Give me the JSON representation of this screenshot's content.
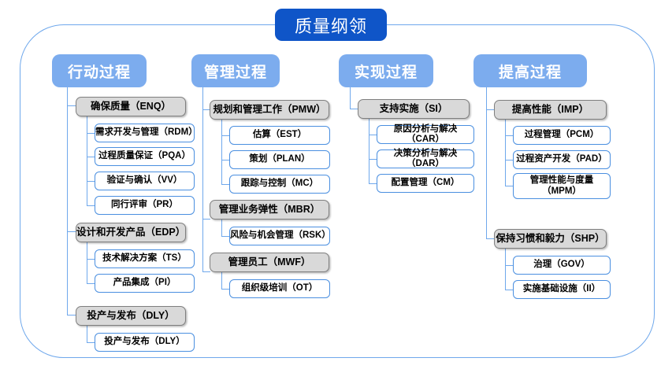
{
  "diagram": {
    "root": {
      "label": "质量纲领"
    },
    "colors": {
      "root_fill": "#0F55C8",
      "header_fill": "#7CACEE",
      "level2_fill": "#D9D9D9",
      "level2_border": "#7F7F7F",
      "level3_border": "#4A8FE0",
      "connector": "#6FA8EC",
      "frame": "#6FA8EC",
      "background": "#FFFFFF"
    },
    "columns": [
      {
        "header": "行动过程",
        "groups": [
          {
            "label": "确保质量（ENQ）",
            "children": [
              "需求开发与管理（RDM）",
              "过程质量保证（PQA）",
              "验证与确认（VV）",
              "同行评审（PR）"
            ]
          },
          {
            "label": "设计和开发产品（EDP）",
            "children": [
              "技术解决方案（TS）",
              "产品集成（PI）"
            ]
          },
          {
            "label": "投产与发布（DLY）",
            "children": [
              "投产与发布（DLY）"
            ]
          }
        ]
      },
      {
        "header": "管理过程",
        "groups": [
          {
            "label": "规划和管理工作（PMW）",
            "children": [
              "估算（EST）",
              "策划（PLAN）",
              "跟踪与控制（MC）"
            ]
          },
          {
            "label": "管理业务弹性（MBR）",
            "children": [
              "风险与机会管理（RSK）"
            ]
          },
          {
            "label": "管理员工（MWF）",
            "children": [
              "组织级培训（OT）"
            ]
          }
        ]
      },
      {
        "header": "实现过程",
        "groups": [
          {
            "label": "支持实施（SI）",
            "children": [
              "原因分析与解决（CAR）",
              "决策分析与解决（DAR）",
              "配置管理（CM）"
            ]
          }
        ]
      },
      {
        "header": "提高过程",
        "groups": [
          {
            "label": "提高性能（IMP）",
            "children": [
              "过程管理（PCM）",
              "过程资产开发（PAD）",
              "管理性能与度量\n（MPM）"
            ]
          },
          {
            "label": "保持习惯和毅力（SHP）",
            "children": [
              "治理（GOV）",
              "实施基础设施（II）"
            ]
          }
        ]
      }
    ]
  }
}
